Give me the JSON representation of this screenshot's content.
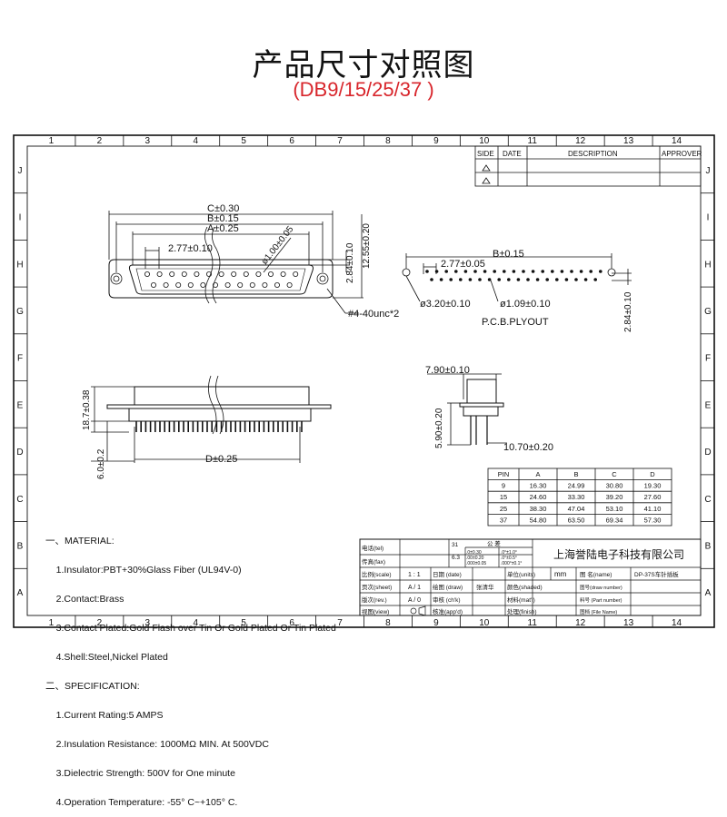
{
  "title": "产品尺寸对照图",
  "subtitle": "(DB9/15/25/37 )",
  "grid": {
    "cols": [
      "1",
      "2",
      "3",
      "4",
      "5",
      "6",
      "7",
      "8",
      "9",
      "10",
      "11",
      "12",
      "13",
      "14"
    ],
    "rows": [
      "J",
      "I",
      "H",
      "G",
      "F",
      "E",
      "D",
      "C",
      "B",
      "A"
    ]
  },
  "revision": {
    "side": "SIDE",
    "date": "DATE",
    "description": "DESCRIPTION",
    "approver": "APPROVER"
  },
  "front_view": {
    "dim_c": "C±0.30",
    "dim_b": "B±0.15",
    "dim_a": "A±0.25",
    "pitch": "2.77±0.10",
    "pin_dia": "ø1.00±0.05",
    "h_284": "2.84±0.10",
    "h_1255": "12.55±0.20",
    "screw": "#4-40unc*2"
  },
  "pcb": {
    "dim_b": "B±0.15",
    "pitch": "2.77±0.05",
    "hole_big": "ø3.20±0.10",
    "hole_small": "ø1.09±0.10",
    "h_284": "2.84±0.10",
    "label": "P.C.B.PLYOUT"
  },
  "side_view": {
    "h1": "18.7±0.38",
    "h2": "6.0±0.2",
    "dim_d": "D±0.25"
  },
  "end_view": {
    "w": "7.90±0.10",
    "h": "5.90±0.20",
    "d": "10.70±0.20"
  },
  "pin_table": {
    "headers": [
      "PIN",
      "A",
      "B",
      "C",
      "D"
    ],
    "rows": [
      [
        "9",
        "16.30",
        "24.99",
        "30.80",
        "19.30"
      ],
      [
        "15",
        "24.60",
        "33.30",
        "39.20",
        "27.60"
      ],
      [
        "25",
        "38.30",
        "47.04",
        "53.10",
        "41.10"
      ],
      [
        "37",
        "54.80",
        "63.50",
        "69.34",
        "57.30"
      ]
    ]
  },
  "notes": [
    "一、MATERIAL:",
    "    1.Insulator:PBT+30%Glass Fiber (UL94V-0)",
    "    2.Contact:Brass",
    "    3.Contact Plated:Gold Flash over Tin Or Gold Plated Or Tin Plated",
    "    4.Shell:Steel,Nickel Plated",
    "二、SPECIFICATION:",
    "    1.Current Rating:5 AMPS",
    "    2.Insulation Resistance: 1000MΩ MIN. At 500VDC",
    "    3.Dielectric Strength: 500V for One minute",
    "    4.Operation Temperature: -55° C~+105° C."
  ],
  "title_block": {
    "tel": "电话(tel)",
    "fax": "传真(fax)",
    "tol_num": "31",
    "tol_label": "公    差",
    "tol_a": ".0±0.30",
    "tol_b": ".00±0.20",
    "tol_c": ".000±0.05",
    "tol_d": ".0°±1.0°",
    "tol_e": ".0°±0.5°",
    "tol_f": ".000°±0.1°",
    "tol_63": "6.3",
    "company": "上海誉陆电子科技有限公司",
    "scale_label": "比例(scale)",
    "scale": "1 : 1",
    "date_label": "日期 (date)",
    "unit_label": "单位(units)",
    "unit": "mm",
    "name_label": "图  名(name)",
    "name": "DP-37S车针插板",
    "sheet_label": "页次(sheet)",
    "sheet": "A / 1",
    "draw_label": "绘图 (draw)",
    "drawer": "张清华",
    "shaded_label": "颜色(shaded)",
    "drawno_label": "图号(draw number)",
    "rev_label": "版次(rev.)",
    "rev": "A / 0",
    "check_label": "审核 (ch'k)",
    "mat_label": "材料(mat'l)",
    "partno_label": "料号 (Part number)",
    "view_label": "视图(view)",
    "appd_label": "核准(app'd)",
    "finish_label": "处理(finish)",
    "file_label": "图档 (File Name)"
  }
}
